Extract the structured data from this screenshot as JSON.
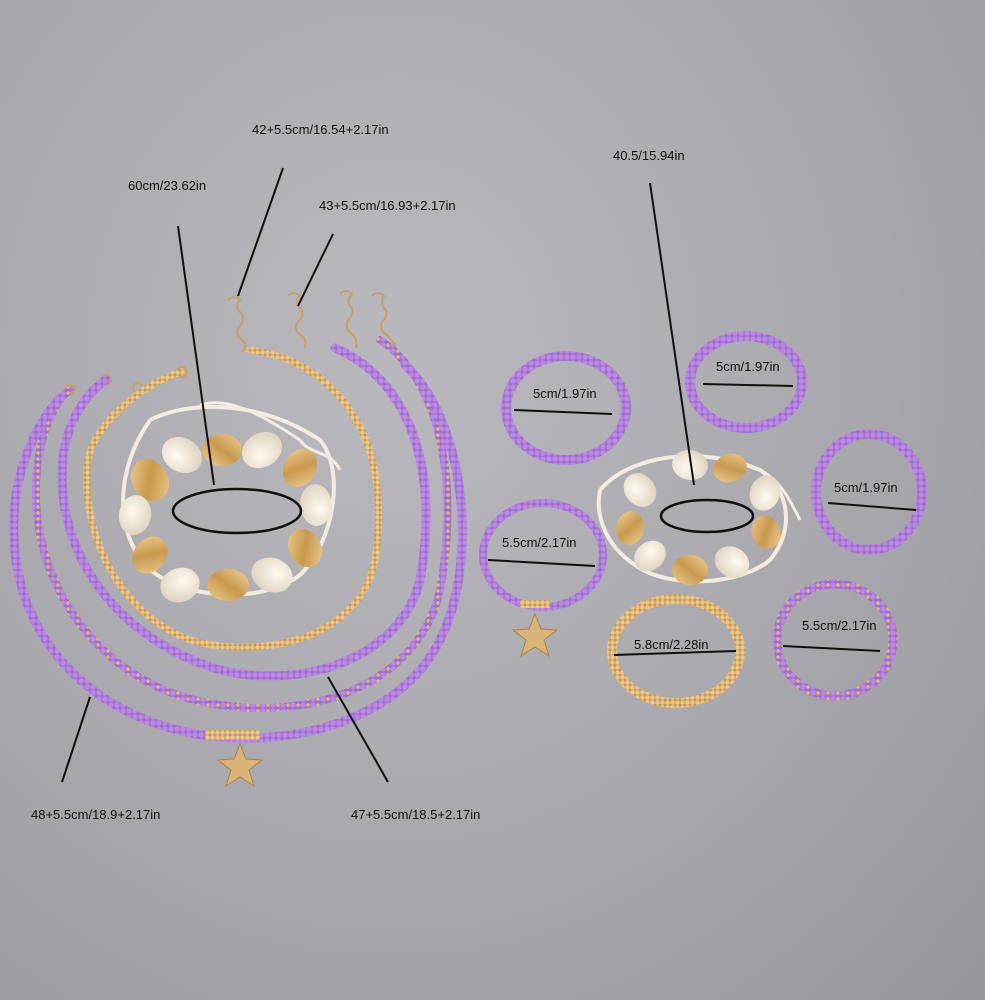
{
  "labels": {
    "necklace_a": "42+5.5cm/16.54+2.17in",
    "shell_necklace": "60cm/23.62in",
    "necklace_b": "43+5.5cm/16.93+2.17in",
    "shell_anklet": "40.5/15.94in",
    "bracelet_1": "5cm/1.97in",
    "bracelet_2": "5cm/1.97in",
    "bracelet_3": "5cm/1.97in",
    "starfish_bracelet": "5.5cm/2.17in",
    "gold_bracelet": "5.8cm/2.28in",
    "mixed_bracelet": "5.5cm/2.17in",
    "necklace_c": "48+5.5cm/18.9+2.17in",
    "necklace_d": "47+5.5cm/18.5+2.17in"
  },
  "colors": {
    "background": "#a9a8ad",
    "purple_bead": "#b382db",
    "gold": "#d9b173",
    "shell": "#f3ece0"
  }
}
